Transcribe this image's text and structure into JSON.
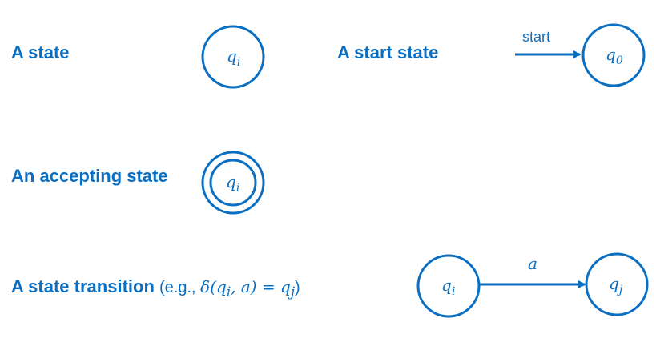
{
  "labels": {
    "state": "A state",
    "start_state": "A start state",
    "accepting_state": "An accepting state",
    "transition": "A state transition",
    "transition_example_prefix": "(e.g., ",
    "transition_example_math": "δ(q",
    "transition_example_sub_i": "i",
    "transition_example_mid": ", a) = q",
    "transition_example_sub_j": "j",
    "transition_example_suffix": ")"
  },
  "nodes": {
    "state": {
      "name": "q",
      "sub": "i"
    },
    "start": {
      "name": "q",
      "sub": "0"
    },
    "accepting": {
      "name": "q",
      "sub": "i"
    },
    "transition_from": {
      "name": "q",
      "sub": "i"
    },
    "transition_to": {
      "name": "q",
      "sub": "j"
    }
  },
  "edges": {
    "start_label": "start",
    "transition_label": "a"
  },
  "colors": {
    "accent": "#0a6fc2"
  }
}
